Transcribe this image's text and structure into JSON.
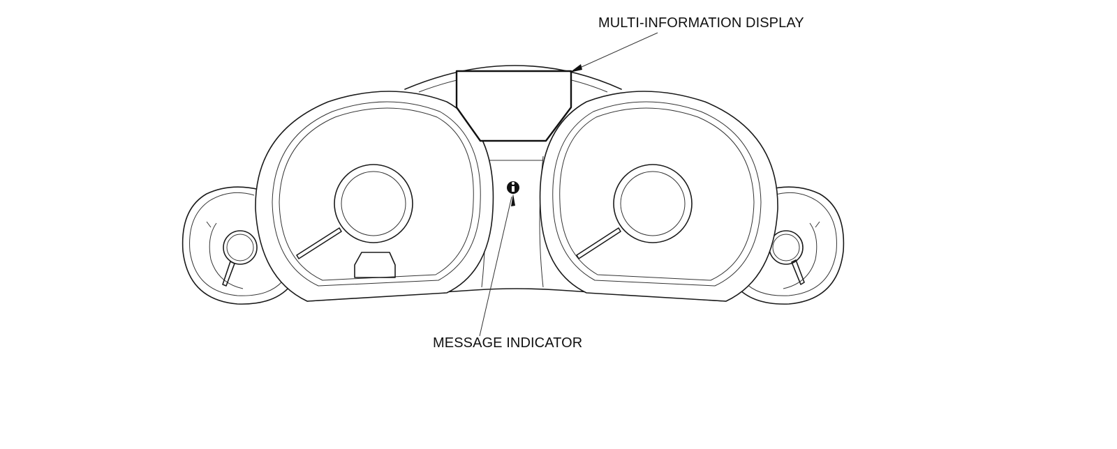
{
  "callouts": {
    "multi_information_display": "MULTI-INFORMATION DISPLAY",
    "message_indicator": "MESSAGE INDICATOR"
  },
  "icons": {
    "message_indicator_glyph": "i"
  },
  "colors": {
    "line": "#1a1a1a",
    "background": "#ffffff"
  }
}
